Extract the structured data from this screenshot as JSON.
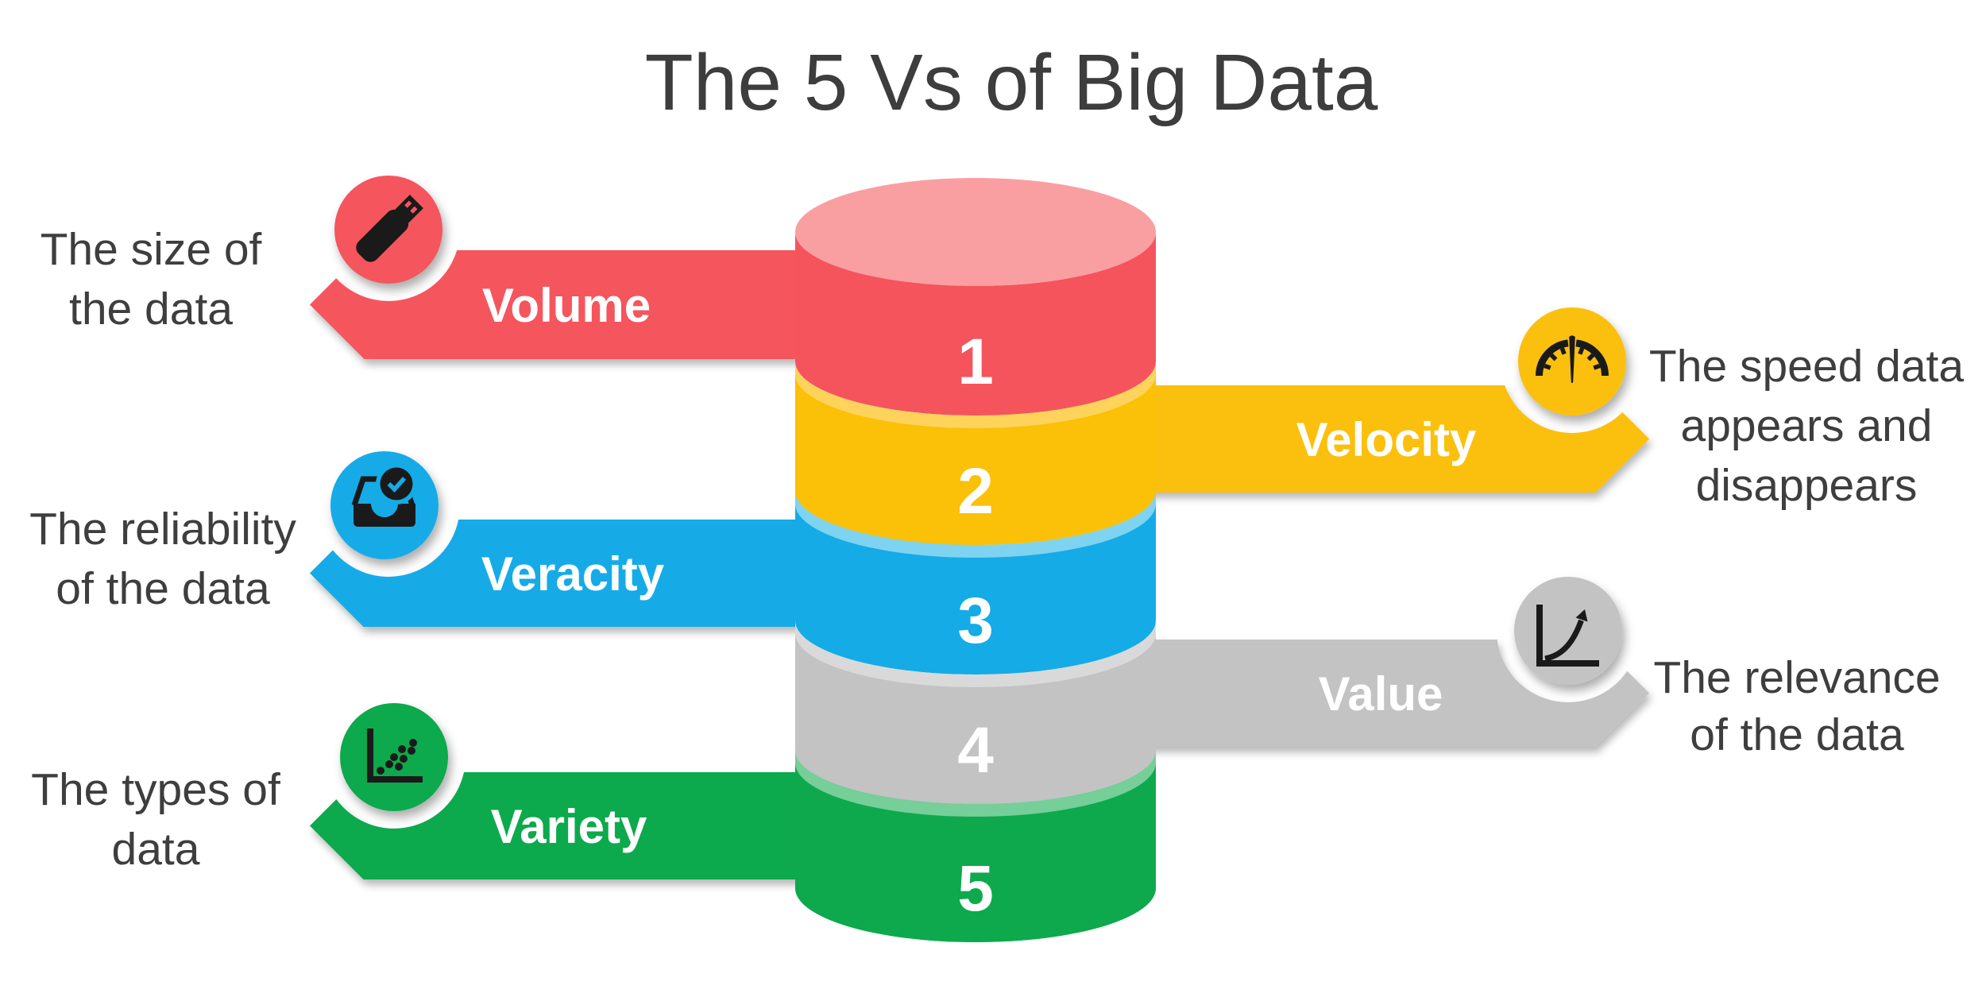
{
  "title": "The 5 Vs of Big Data",
  "background_color": "#FFFFFF",
  "title_color": "#3D3D3D",
  "description_color": "#3E3E3E",
  "cylinder": {
    "top_color": "#F99FA2",
    "number_color": "#FFFFFF"
  },
  "items": [
    {
      "label": "Volume",
      "number": "1",
      "side": "left",
      "icon": "usb-drive-icon",
      "color": "#F5545D",
      "lip_color": "",
      "description_lines": [
        "The size of",
        "the data"
      ]
    },
    {
      "label": "Velocity",
      "number": "2",
      "side": "right",
      "icon": "speedometer-icon",
      "color": "#FBC008",
      "lip_color": "#FDD35B",
      "description_lines": [
        "The speed data",
        "appears and",
        "disappears"
      ]
    },
    {
      "label": "Veracity",
      "number": "3",
      "side": "left",
      "icon": "inbox-check-icon",
      "color": "#14ABE7",
      "lip_color": "#7ED3F1",
      "description_lines": [
        "The reliability",
        "of the data"
      ]
    },
    {
      "label": "Value",
      "number": "4",
      "side": "right",
      "icon": "growth-chart-icon",
      "color": "#C3C3C3",
      "lip_color": "#D9D9D9",
      "description_lines": [
        "The relevance",
        "of the data"
      ]
    },
    {
      "label": "Variety",
      "number": "5",
      "side": "left",
      "icon": "scatter-plot-icon",
      "color": "#0EA94D",
      "lip_color": "#76CE99",
      "description_lines": [
        "The types of",
        "data"
      ]
    }
  ]
}
